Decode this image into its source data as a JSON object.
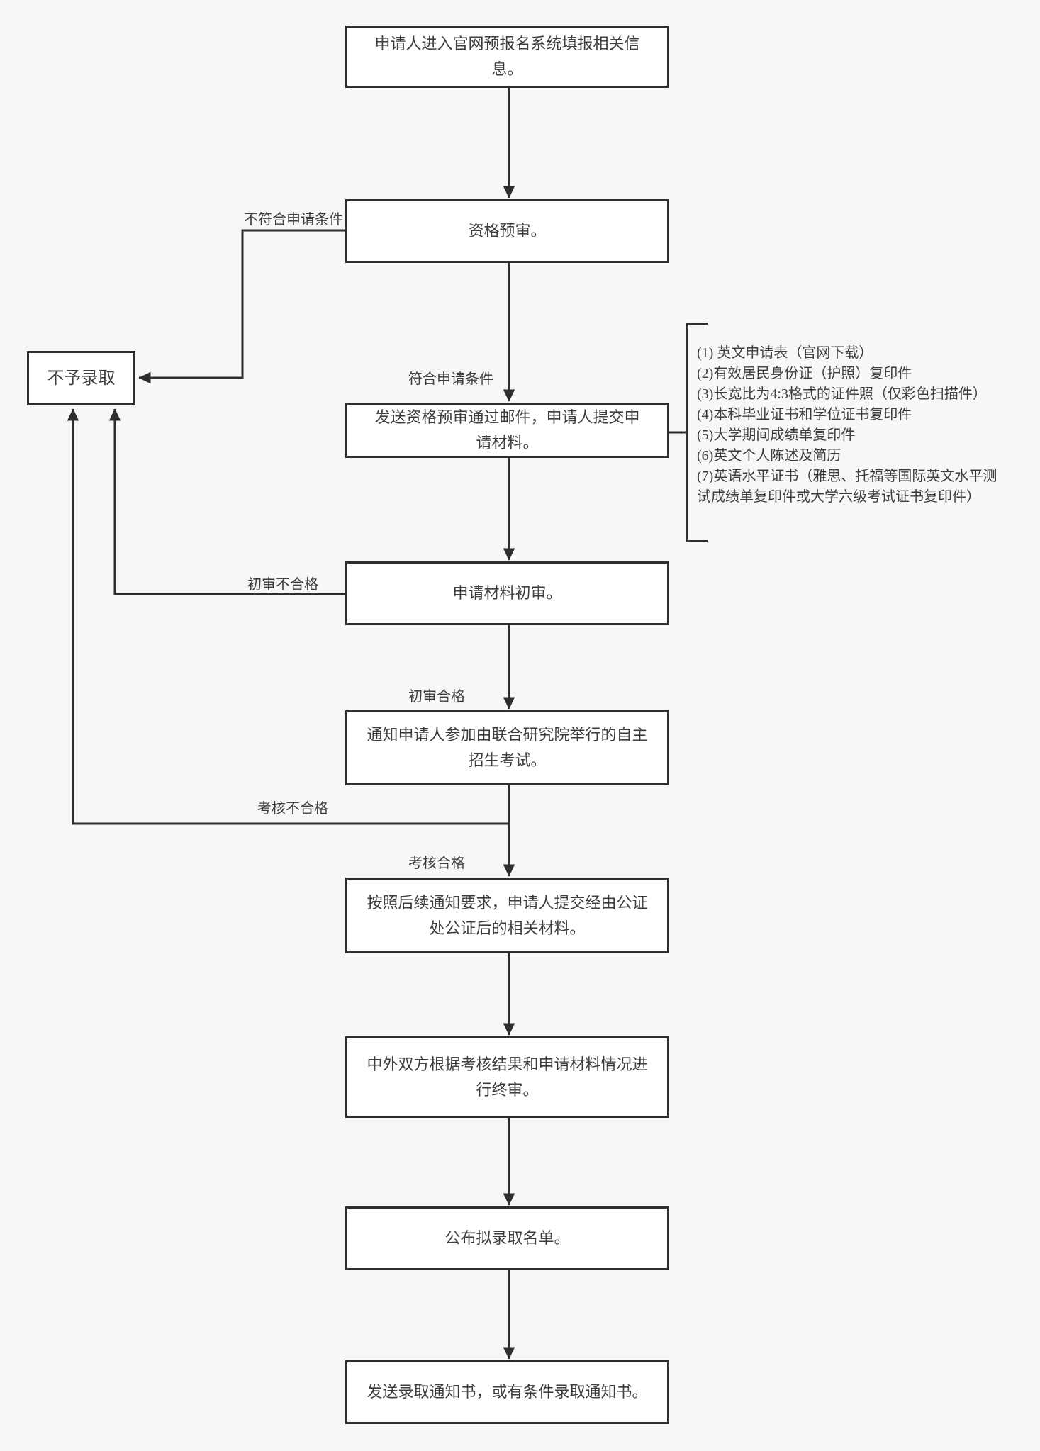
{
  "colors": {
    "background": "#f7f7f7",
    "box_fill": "#ffffff",
    "line": "#2e2e2e",
    "text": "#3d3d3d"
  },
  "flow": {
    "nodes": [
      {
        "label": "申请人进入官网预报名系统填报相关信息。"
      },
      {
        "label": "资格预审。"
      },
      {
        "label": "发送资格预审通过邮件，申请人提交申请材料。"
      },
      {
        "label": "申请材料初审。"
      },
      {
        "label": "通知申请人参加由联合研究院举行的自主招生考试。"
      },
      {
        "label": "按照后续通知要求，申请人提交经由公证处公证后的相关材料。"
      },
      {
        "label": "中外双方根据考核结果和申请材料情况进行终审。"
      },
      {
        "label": "公布拟录取名单。"
      },
      {
        "label": "发送录取通知书，或有条件录取通知书。"
      },
      {
        "label": "不予录取"
      }
    ],
    "edge_labels": {
      "not_qualified": "不符合申请条件",
      "qualified": "符合申请条件",
      "initial_review_fail": "初审不合格",
      "initial_review_pass": "初审合格",
      "exam_fail": "考核不合格",
      "exam_pass": "考核合格"
    },
    "materials": {
      "items": [
        "(1) 英文申请表（官网下载）",
        "(2)有效居民身份证（护照）复印件",
        "(3)长宽比为4:3格式的证件照（仅彩色扫描件）",
        "(4)本科毕业证书和学位证书复印件",
        "(5)大学期间成绩单复印件",
        "(6)英文个人陈述及简历",
        "(7)英语水平证书（雅思、托福等国际英文水平测试成绩单复印件或大学六级考试证书复印件）"
      ]
    }
  }
}
